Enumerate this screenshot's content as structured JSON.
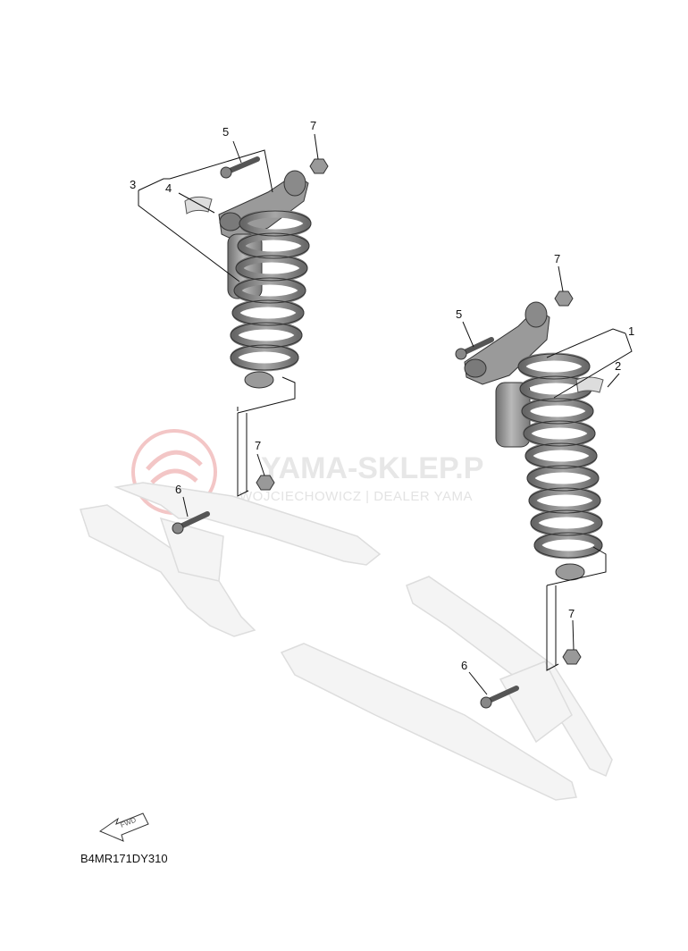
{
  "diagram_code": "B4MR171DY310",
  "fwd_label": "FWD",
  "watermark": {
    "name": "YAMA-SKLEP.P",
    "subtitle": "WOJCIECHOWICZ | DEALER YAMA"
  },
  "callouts": {
    "left": {
      "c5": "5",
      "c7": "7",
      "c3": "3",
      "c4": "4",
      "c7b": "7",
      "c6": "6"
    },
    "right": {
      "c7": "7",
      "c5": "5",
      "c1": "1",
      "c2": "2",
      "c7b": "7",
      "c6": "6"
    }
  },
  "colors": {
    "ink": "#111111",
    "shock_body": "#8a8a8a",
    "swing_arm": "#f2f2f2",
    "watermark_logo": "#f4c4c4"
  }
}
